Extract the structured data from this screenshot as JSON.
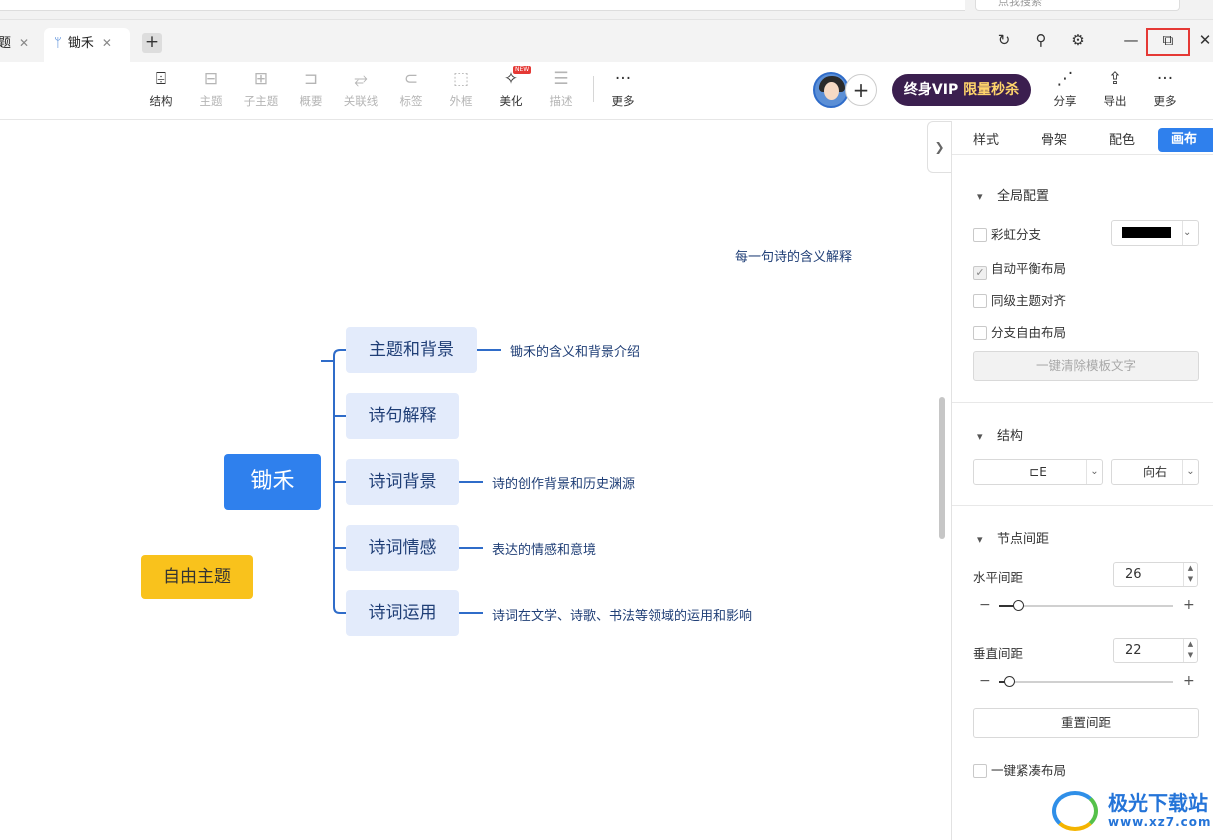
{
  "browser": {
    "search_placeholder": "点我搜索"
  },
  "tabs": [
    {
      "label": "题"
    },
    {
      "label": "锄禾"
    }
  ],
  "window_buttons": {
    "refresh": "↻",
    "pin": "⚲",
    "settings": "⚙",
    "minimize": "—",
    "restore": "⧉",
    "close": "✕"
  },
  "toolbar": {
    "items": [
      {
        "label": "结构",
        "icon": "structure-icon",
        "glyph": "⌹",
        "enabled": true
      },
      {
        "label": "主题",
        "icon": "topic-icon",
        "glyph": "⊟",
        "enabled": false
      },
      {
        "label": "子主题",
        "icon": "subtopic-icon",
        "glyph": "⊞",
        "enabled": false
      },
      {
        "label": "概要",
        "icon": "summary-icon",
        "glyph": "⊐",
        "enabled": false
      },
      {
        "label": "关联线",
        "icon": "relation-line-icon",
        "glyph": "⥂",
        "enabled": false
      },
      {
        "label": "标签",
        "icon": "tag-icon",
        "glyph": "⊂",
        "enabled": false
      },
      {
        "label": "外框",
        "icon": "boundary-icon",
        "glyph": "⬚",
        "enabled": false
      },
      {
        "label": "美化",
        "icon": "beautify-icon",
        "glyph": "✧",
        "enabled": true,
        "badge": "NEW"
      },
      {
        "label": "描述",
        "icon": "description-icon",
        "glyph": "☰",
        "enabled": false
      },
      {
        "label": "更多",
        "icon": "more-icon",
        "glyph": "···",
        "enabled": true
      }
    ],
    "vip_text": "终身VIP",
    "vip_promo": "限量秒杀",
    "share_label": "分享",
    "export_label": "导出",
    "more_label": "更多"
  },
  "mindmap": {
    "root": "锄禾",
    "branches": [
      {
        "label": "主题和背景",
        "note": "锄禾的含义和背景介绍"
      },
      {
        "label": "诗句解释",
        "note": ""
      },
      {
        "label": "诗词背景",
        "note": "诗的创作背景和历史渊源"
      },
      {
        "label": "诗词情感",
        "note": "表达的情感和意境"
      },
      {
        "label": "诗词运用",
        "note": "诗词在文学、诗歌、书法等领域的运用和影响"
      }
    ],
    "floating_note": "每一句诗的含义解释",
    "free_topic": "自由主题"
  },
  "panel": {
    "tabs": [
      "样式",
      "骨架",
      "配色",
      "画布"
    ],
    "active_tab": "画布",
    "global": {
      "title": "全局配置",
      "rainbow": {
        "label": "彩虹分支",
        "checked": false
      },
      "rainbow_color": "#000000",
      "auto_balance": {
        "label": "自动平衡布局",
        "checked": true
      },
      "align_same_level": {
        "label": "同级主题对齐",
        "checked": false
      },
      "free_branch": {
        "label": "分支自由布局",
        "checked": false
      },
      "clear_template_text": "一键清除模板文字"
    },
    "structure": {
      "title": "结构",
      "layout_glyph": "⊏E",
      "direction": "向右"
    },
    "spacing": {
      "title": "节点间距",
      "horizontal_label": "水平间距",
      "horizontal_value": "26",
      "horizontal_fraction": 0.11,
      "vertical_label": "垂直间距",
      "vertical_value": "22",
      "vertical_fraction": 0.06,
      "reset_label": "重置间距",
      "compact": {
        "label": "一键紧凑布局",
        "checked": false
      }
    }
  },
  "watermark": {
    "title": "极光下载站",
    "url": "www.xz7.com"
  }
}
